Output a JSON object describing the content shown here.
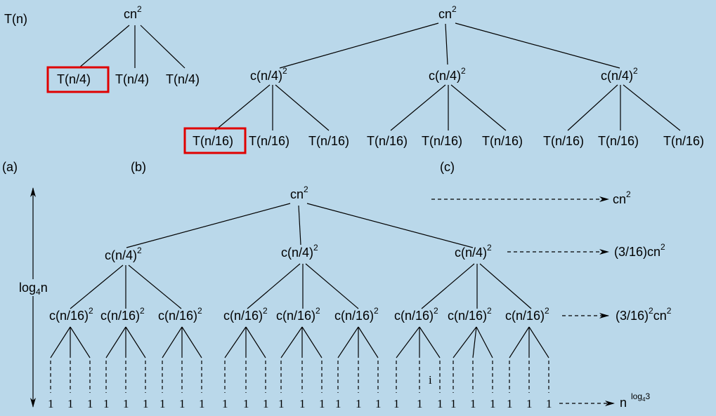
{
  "part_labels": {
    "a": "(a)",
    "b": "(b)",
    "c": "(c)"
  },
  "tree_a": {
    "root": "T(n)",
    "children": [
      "T(n/4)",
      "T(n/4)",
      "T(n/4)"
    ]
  },
  "tree_b_root": {
    "base": "cn",
    "exp": "2"
  },
  "tree_c_root": {
    "base": "cn",
    "exp": "2"
  },
  "tree_c_level1": [
    {
      "base": "c(n/4)",
      "exp": "2"
    },
    {
      "base": "c(n/4)",
      "exp": "2"
    },
    {
      "base": "c(n/4)",
      "exp": "2"
    }
  ],
  "tree_c_leaves": [
    "T(n/16)",
    "T(n/16)",
    "T(n/16)",
    "T(n/16)",
    "T(n/16)",
    "T(n/16)",
    "T(n/16)",
    "T(n/16)",
    "T(n/16)"
  ],
  "height_label": {
    "base": "log",
    "sub": "4",
    "tail": "n"
  },
  "tree_d_root": {
    "base": "cn",
    "exp": "2"
  },
  "tree_d_level1": [
    {
      "base": "c(n/4)",
      "exp": "2"
    },
    {
      "base": "c(n/4)",
      "exp": "2"
    },
    {
      "base": "c(n/4)",
      "exp": "2"
    }
  ],
  "tree_d_level2": [
    {
      "base": "c(n/16)",
      "exp": "2"
    },
    {
      "base": "c(n/16)",
      "exp": "2"
    },
    {
      "base": "c(n/16)",
      "exp": "2"
    },
    {
      "base": "c(n/16)",
      "exp": "2"
    },
    {
      "base": "c(n/16)",
      "exp": "2"
    },
    {
      "base": "c(n/16)",
      "exp": "2"
    },
    {
      "base": "c(n/16)",
      "exp": "2"
    },
    {
      "base": "c(n/16)",
      "exp": "2"
    },
    {
      "base": "c(n/16)",
      "exp": "2"
    }
  ],
  "leaf_value": "1",
  "leaf_marker": "i",
  "level_costs": {
    "l0": {
      "base": "cn",
      "exp": "2"
    },
    "l1": {
      "base": "(3/16)cn",
      "exp": "2"
    },
    "l2": {
      "pre": "(3/16)",
      "pre_exp": "2",
      "base": "cn",
      "exp": "2"
    },
    "leaves": {
      "base": "n",
      "sup": "log",
      "sup_sub": "4",
      "sup_tail": "3"
    }
  },
  "colors": {
    "background": "#bad8ea",
    "highlight": "#e00000",
    "ink": "#000000"
  }
}
